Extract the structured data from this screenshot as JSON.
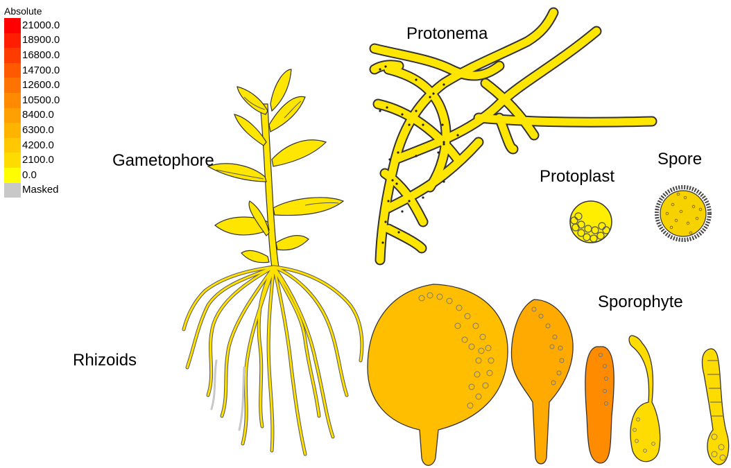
{
  "legend": {
    "title": "Absolute",
    "items": [
      {
        "label": "21000.0",
        "color": "#ff0000"
      },
      {
        "label": "18900.0",
        "color": "#ff1e00"
      },
      {
        "label": "16800.0",
        "color": "#ff3c00"
      },
      {
        "label": "14700.0",
        "color": "#ff5a00"
      },
      {
        "label": "12600.0",
        "color": "#ff7300"
      },
      {
        "label": "10500.0",
        "color": "#ff8a00"
      },
      {
        "label": "8400.0",
        "color": "#ff9f00"
      },
      {
        "label": "6300.0",
        "color": "#ffb400"
      },
      {
        "label": "4200.0",
        "color": "#ffc800"
      },
      {
        "label": "2100.0",
        "color": "#ffdc00"
      },
      {
        "label": "0.0",
        "color": "#ffff00"
      },
      {
        "label": "Masked",
        "color": "#c8c8c8"
      }
    ]
  },
  "tissues": {
    "gametophore": {
      "label": "Gametophore",
      "color": "#ffe600"
    },
    "protonema": {
      "label": "Protonema",
      "color": "#ffe600"
    },
    "protoplast": {
      "label": "Protoplast",
      "color": "#ffee00"
    },
    "spore": {
      "label": "Spore",
      "color": "#f5d200"
    },
    "rhizoids": {
      "label": "Rhizoids",
      "color": "#ffe100"
    },
    "sporophyte": {
      "label": "Sporophyte",
      "stages": [
        {
          "color": "#ffbe00"
        },
        {
          "color": "#ffaa00"
        },
        {
          "color": "#ff8c00"
        },
        {
          "color": "#ffdc00"
        },
        {
          "color": "#ffdc00"
        }
      ]
    }
  }
}
